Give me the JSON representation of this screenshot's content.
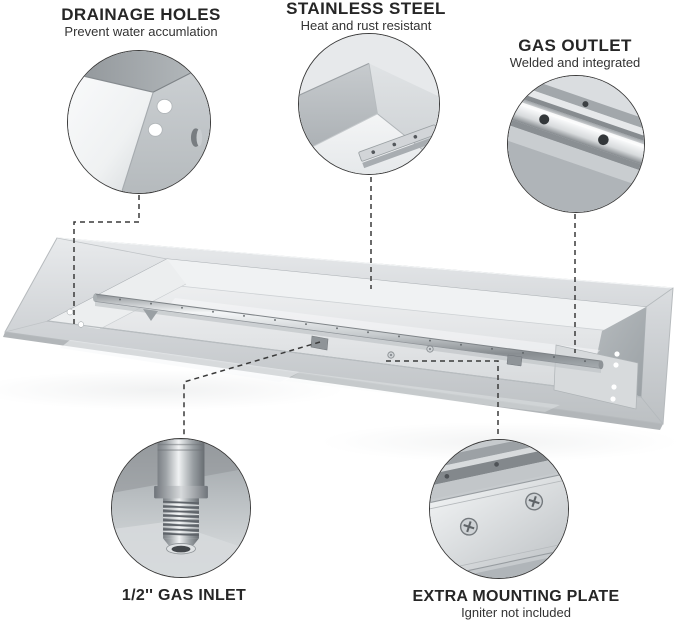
{
  "colors": {
    "background": "#ffffff",
    "text": "#262626",
    "connector_line": "#3a3a3a",
    "steel_light": "#eef0f1",
    "steel_mid": "#c6cacd",
    "steel_dark": "#9aa0a4"
  },
  "callouts": {
    "drainage": {
      "title": "DRAINAGE HOLES",
      "subtitle": "Prevent water accumlation"
    },
    "stainless": {
      "title": "STAINLESS STEEL",
      "subtitle": "Heat and rust resistant"
    },
    "outlet": {
      "title": "GAS OUTLET",
      "subtitle": "Welded and integrated"
    },
    "inlet": {
      "title": "1/2'' GAS INLET"
    },
    "plate": {
      "title": "EXTRA MOUNTING PLATE",
      "subtitle": "Igniter not included"
    }
  }
}
